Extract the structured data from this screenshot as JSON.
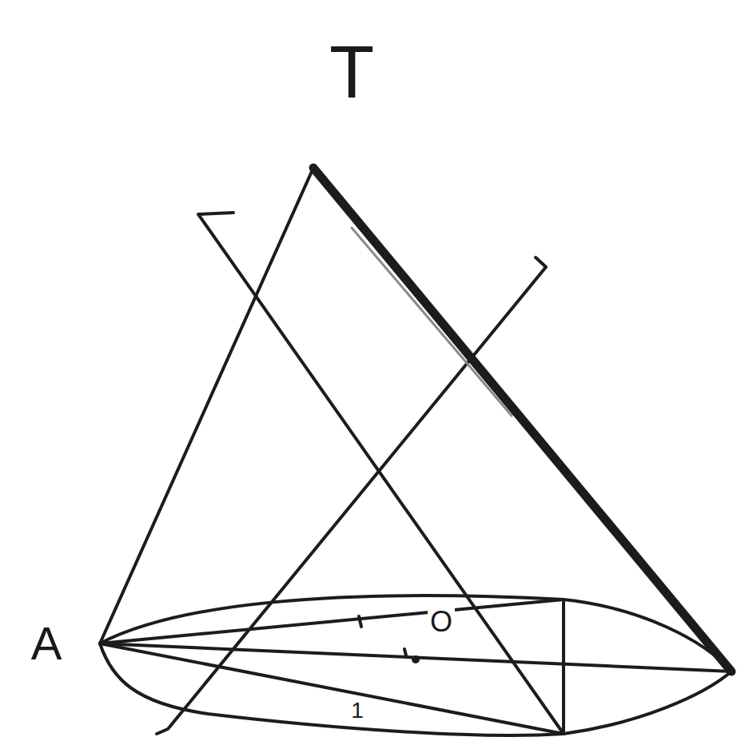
{
  "diagram": {
    "labels": [
      "T",
      "A",
      "O",
      "1"
    ]
  }
}
